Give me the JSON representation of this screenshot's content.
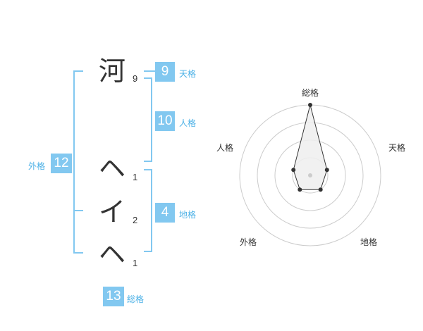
{
  "name": {
    "characters": [
      {
        "char": "河",
        "strokes": "9"
      },
      {
        "char": "ヘ",
        "strokes": "1"
      },
      {
        "char": "イ",
        "strokes": "2"
      },
      {
        "char": "ヘ",
        "strokes": "1"
      }
    ]
  },
  "fortune": {
    "tenkaku": {
      "value": "9",
      "label": "天格"
    },
    "jinkaku": {
      "value": "10",
      "label": "人格"
    },
    "chikaku": {
      "value": "4",
      "label": "地格"
    },
    "gaikaku": {
      "value": "12",
      "label": "外格"
    },
    "soukaku": {
      "value": "13",
      "label": "総格"
    }
  },
  "chart_data": {
    "type": "radar",
    "axes": [
      "総格",
      "天格",
      "地格",
      "外格",
      "人格"
    ],
    "values": [
      4,
      1,
      1,
      1,
      1
    ],
    "rmax": 4,
    "rings": 4
  },
  "colors": {
    "accent": "#82c8f0",
    "accent_text": "#4ab0e6",
    "radar_fill": "#eeeeee",
    "radar_stroke": "#333333",
    "ring": "#cccccc"
  }
}
